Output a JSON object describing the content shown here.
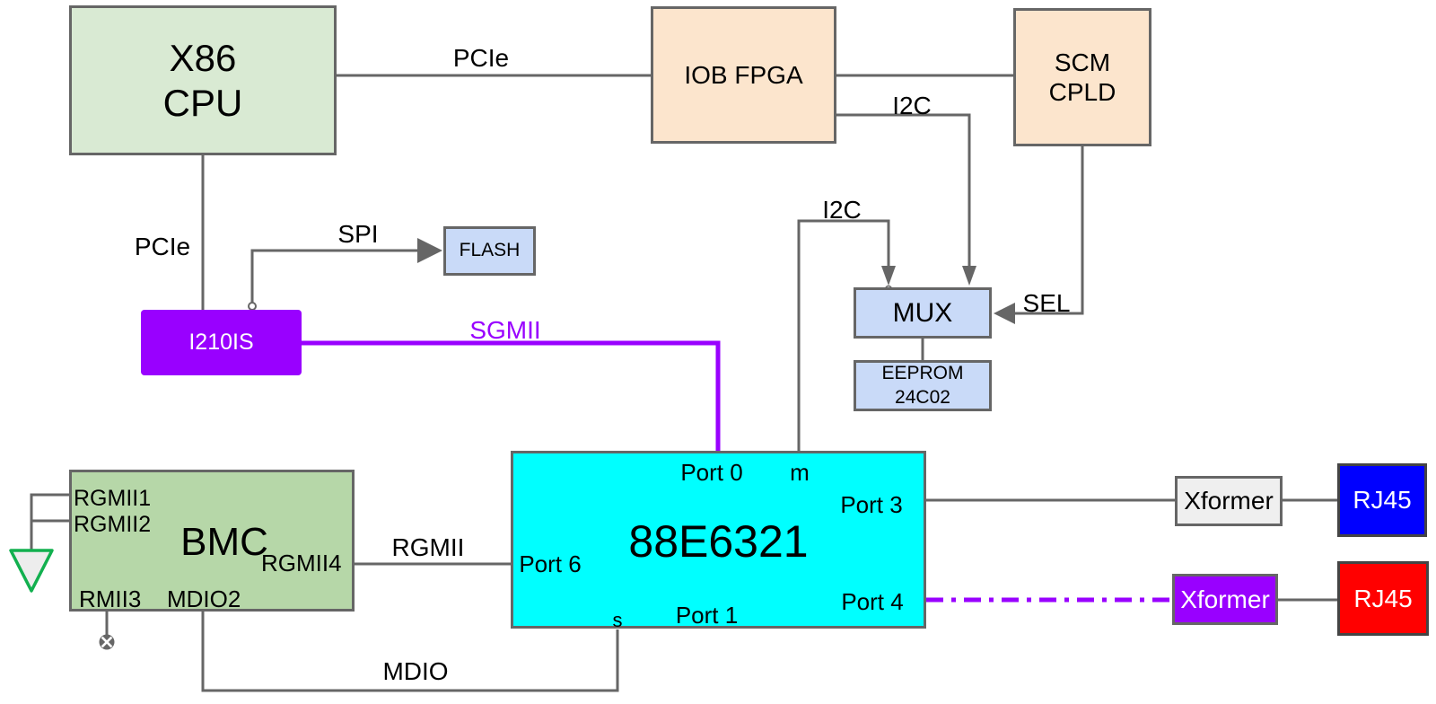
{
  "diagram": {
    "blocks": {
      "cpu": {
        "label": "X86\nCPU"
      },
      "iob_fpga": {
        "label": "IOB FPGA"
      },
      "scm_cpld": {
        "label": "SCM\nCPLD"
      },
      "flash": {
        "label": "FLASH"
      },
      "i210is": {
        "label": "I210IS"
      },
      "mux": {
        "label": "MUX"
      },
      "eeprom": {
        "label": "EEPROM\n24C02"
      },
      "switch": {
        "label": "88E6321",
        "ports": {
          "port0": "Port 0",
          "m": "m",
          "port3": "Port 3",
          "port6": "Port 6",
          "port4": "Port 4",
          "port1": "Port 1",
          "s": "s"
        }
      },
      "bmc": {
        "label": "BMC",
        "pins": {
          "rgmii1": "RGMII1",
          "rgmii2": "RGMII2",
          "rgmii4": "RGMII4",
          "rmii3": "RMII3",
          "mdio2": "MDIO2"
        }
      },
      "xformer_top": {
        "label": "Xformer"
      },
      "rj45_top": {
        "label": "RJ45"
      },
      "xformer_bottom": {
        "label": "Xformer"
      },
      "rj45_bottom": {
        "label": "RJ45"
      }
    },
    "bus_labels": {
      "pcie_top": "PCIe",
      "pcie_left": "PCIe",
      "spi": "SPI",
      "sgmii": "SGMII",
      "i2c_fpga": "I2C",
      "i2c_switch": "I2C",
      "sel": "SEL",
      "rgmii": "RGMII",
      "mdio": "MDIO"
    },
    "colors": {
      "cpu_green_light": "#d9ead3",
      "bmc_green": "#b6d7a8",
      "fpga_peach": "#fce5cd",
      "mem_blue_light": "#c9daf8",
      "purple": "#9900ff",
      "switch_cyan": "#00ffff",
      "rj45_blue": "#0000ff",
      "rj45_red": "#ff0000",
      "xformer_gray": "#efefef",
      "line_gray": "#666666",
      "ground_green": "#12b04f"
    }
  }
}
